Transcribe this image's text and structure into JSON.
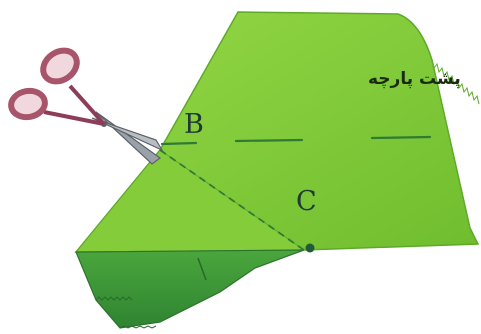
{
  "labels": {
    "fabric_back": "پشت پارچه",
    "point_b": "B",
    "point_c": "C"
  },
  "colors": {
    "fabric_light": "#8fd13e",
    "fabric_main": "#79c734",
    "fabric_fold": "#3f9a3a",
    "fabric_fold_dark": "#2e7f31",
    "stitch_line": "#2f7a34",
    "point_marker": "#1f5a3a",
    "scissors_metal": "#8a8f96",
    "scissors_handle": "#a8546b"
  },
  "icons": {
    "scissors": "scissors-icon"
  }
}
